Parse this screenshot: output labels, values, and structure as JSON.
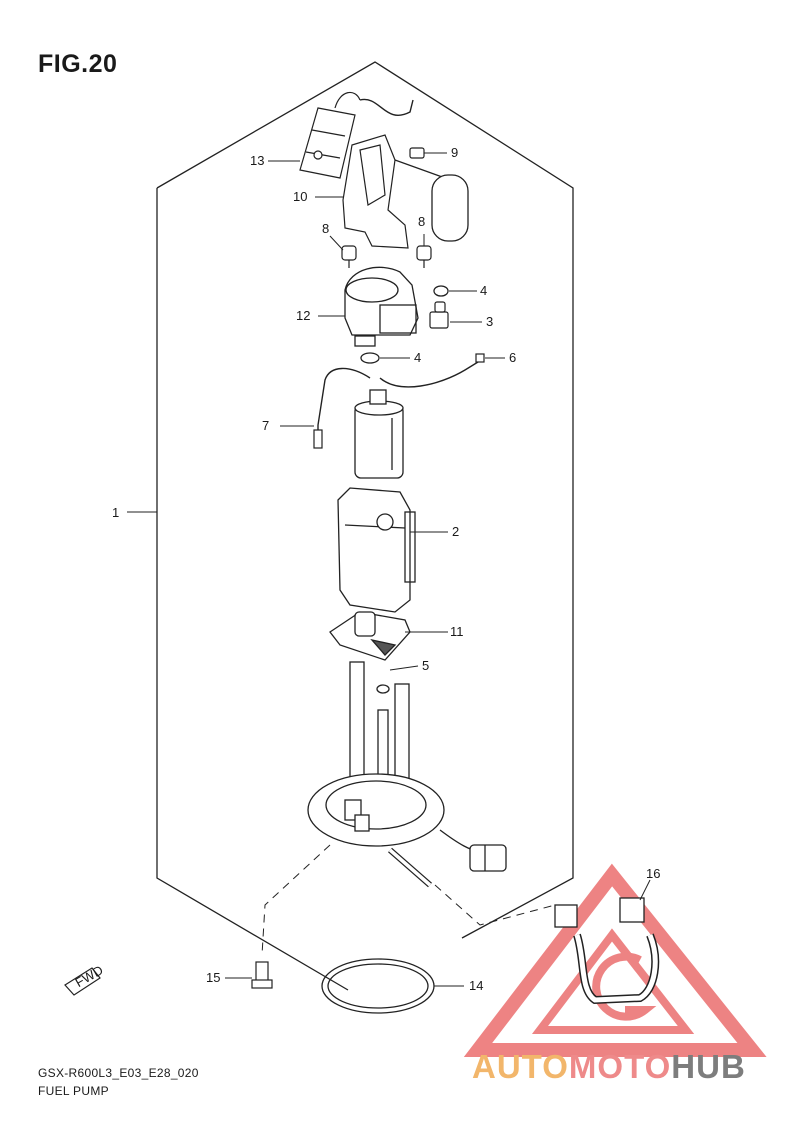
{
  "figure": {
    "title": "FIG.20"
  },
  "callouts": [
    {
      "id": "c1",
      "label": "1"
    },
    {
      "id": "c2",
      "label": "2"
    },
    {
      "id": "c3",
      "label": "3"
    },
    {
      "id": "c4a",
      "label": "4"
    },
    {
      "id": "c4b",
      "label": "4"
    },
    {
      "id": "c5",
      "label": "5"
    },
    {
      "id": "c6",
      "label": "6"
    },
    {
      "id": "c7",
      "label": "7"
    },
    {
      "id": "c8a",
      "label": "8"
    },
    {
      "id": "c8b",
      "label": "8"
    },
    {
      "id": "c9",
      "label": "9"
    },
    {
      "id": "c10",
      "label": "10"
    },
    {
      "id": "c11",
      "label": "11"
    },
    {
      "id": "c12",
      "label": "12"
    },
    {
      "id": "c13",
      "label": "13"
    },
    {
      "id": "c14",
      "label": "14"
    },
    {
      "id": "c15",
      "label": "15"
    },
    {
      "id": "c16",
      "label": "16"
    }
  ],
  "direction_indicator": {
    "label": "FWD",
    "icon": "forward-arrow-icon"
  },
  "footer": {
    "code": "GSX-R600L3_E03_E28_020",
    "name": "FUEL PUMP"
  },
  "watermark": {
    "icon": "warning-triangle-logo-icon",
    "part1": "AUTO",
    "part2": "MOTO",
    "part3": "HUB",
    "colors": {
      "part1": "#f2b66b",
      "part2": "#ee8a8a",
      "part3": "#7d7d7d",
      "triangle": "#e85a5a"
    }
  }
}
